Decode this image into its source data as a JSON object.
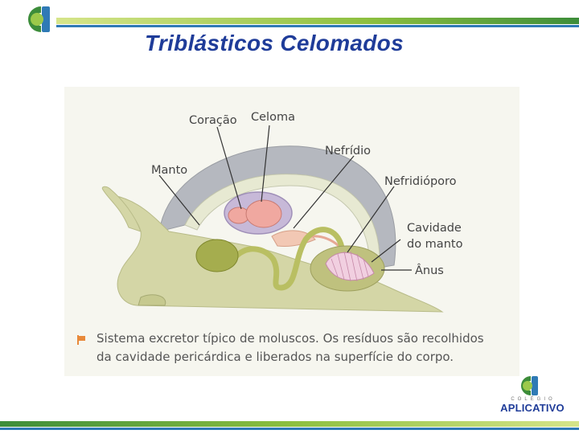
{
  "slide": {
    "title": "Triblásticos Celomados"
  },
  "diagram": {
    "labels": {
      "coracao": "Coração",
      "celoma": "Celoma",
      "nefridio": "Nefrídio",
      "manto": "Manto",
      "nefridioporo": "Nefridióporo",
      "cavidade_line1": "Cavidade",
      "cavidade_line2": "do manto",
      "anus": "Ânus"
    },
    "caption_line1": "Sistema excretor típico de moluscos. Os resíduos são recolhidos",
    "caption_line2": "da cavidade pericárdica e liberados na superfície do corpo."
  },
  "logo": {
    "tagline": "COLÉGIO",
    "brand": "APLICATIVO"
  },
  "colors": {
    "title": "#1f3c99",
    "shell": "#b5b8bf",
    "body": "#d4d6a6",
    "coelom": "#c7b9d8",
    "heart": "#f0a8a0",
    "nephridium": "#f2c8b4",
    "gill": "#f1cfe0",
    "caption_marker": "#e8893a"
  }
}
